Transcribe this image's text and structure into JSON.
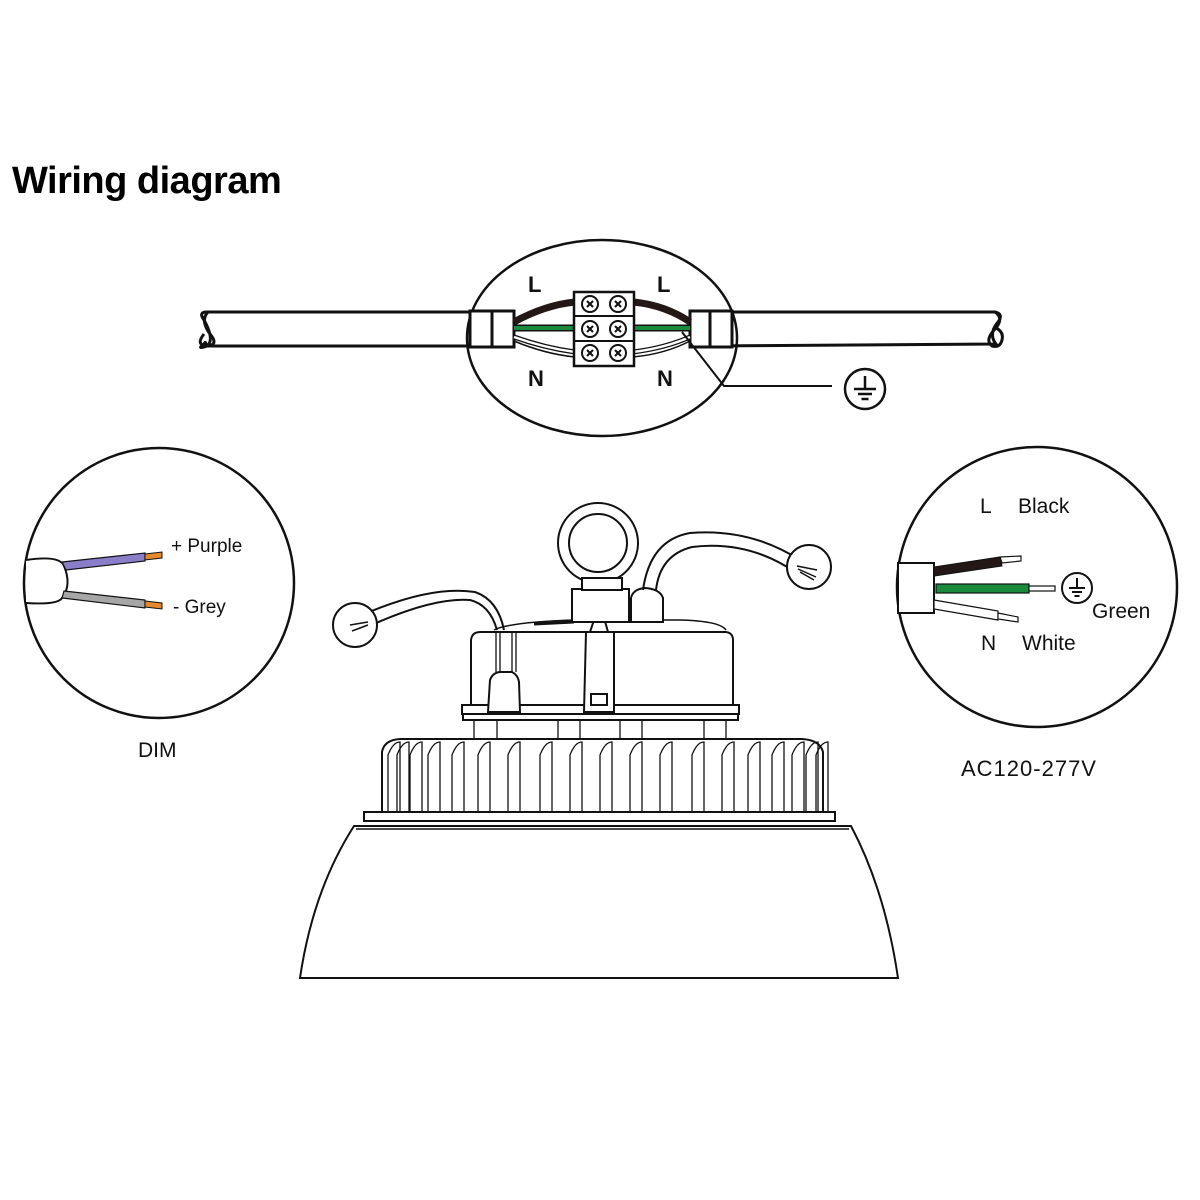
{
  "title": "Wiring diagram",
  "colors": {
    "outline": "#111111",
    "live": "#231815",
    "earth": "#1a8a3c",
    "neutral": "#ffffff",
    "dim_plus": "#8b7ec8",
    "dim_minus": "#a6a6a6",
    "copper": "#e8892b"
  },
  "junction": {
    "label_live_left": "L",
    "label_live_right": "L",
    "label_neutral_left": "N",
    "label_neutral_right": "N",
    "earth_symbol": "ground-icon"
  },
  "dim_detail": {
    "caption": "DIM",
    "wires": [
      {
        "label": "+ Purple",
        "color_key": "dim_plus"
      },
      {
        "label": "- Grey",
        "color_key": "dim_minus"
      }
    ]
  },
  "power_detail": {
    "caption": "AC120-277V",
    "live": {
      "letter": "L",
      "color_name": "Black"
    },
    "earth": {
      "color_name": "Green",
      "symbol": "ground-icon"
    },
    "neutral": {
      "letter": "N",
      "color_name": "White"
    }
  },
  "fixture": {
    "name": "LED UFO high bay",
    "parts": [
      "hanging-ring",
      "driver-box",
      "heat-sink",
      "reflector"
    ]
  }
}
